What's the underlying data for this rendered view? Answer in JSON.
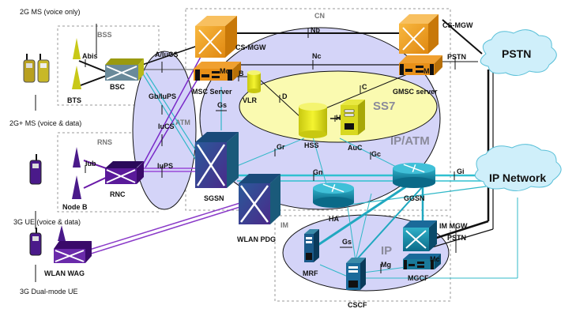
{
  "diagram": {
    "title": "3GPP mobile network architecture",
    "terminals": {
      "ms_2g": "2G MS (voice only)",
      "ms_2g_plus": "2G+ MS (voice & data)",
      "ue_3g": "3G UE (voice & data)",
      "ue_dual": "3G Dual-mode UE"
    },
    "domains": {
      "bss": "BSS",
      "rns": "RNS",
      "cn": "CN",
      "im": "IM",
      "atm": "ATM",
      "ss7": "SS7",
      "ip_atm": "IP/ATM",
      "ip": "IP"
    },
    "nodes": {
      "bts": "BTS",
      "bsc": "BSC",
      "node_b": "Node B",
      "rnc": "RNC",
      "wlan_wag": "WLAN WAG",
      "cs_mgw_left": "CS-MGW",
      "msc_server": "MSC Server",
      "vlr": "VLR",
      "hss": "HSS",
      "auc": "AuC",
      "cs_mgw_right": "CS-MGW",
      "gmsc_server": "GMSC server",
      "sgsn": "SGSN",
      "wlan_pdg": "WLAN PDG",
      "ha": "HA",
      "ggsn": "GGSN",
      "mrf": "MRF",
      "cscf": "CSCF",
      "im_mgw": "IM MGW",
      "mgcf": "MGCF",
      "pstn": "PSTN",
      "ip_network": "IP Network"
    },
    "interfaces": {
      "abis": "Abis",
      "a_iucs": "A/IuCS",
      "gb_iups": "Gb/IuPS",
      "iucs": "IuCS",
      "iub": "Iub",
      "iups": "IuPS",
      "nb": "Nb",
      "nc": "Nc",
      "mc_1": "Mc",
      "mc_2": "Mc",
      "mc_3": "Mc",
      "b": "B",
      "c": "C",
      "d": "D",
      "h": "H",
      "gs_1": "Gs",
      "gs_2": "Gs",
      "gr": "Gr",
      "gc": "Gc",
      "gn": "Gn",
      "gi": "Gi",
      "mg": "Mg",
      "pstn_1": "PSTN",
      "pstn_2": "PSTN"
    },
    "colors": {
      "orange": "#f0a020",
      "olive": "#a8a81a",
      "purple": "#5a1a8a",
      "teal": "#1a8aa0",
      "navy": "#2a4a80",
      "yellow": "#e6e61a",
      "lavender": "#d4d4f8",
      "ss7_yellow": "#fafab0",
      "cloud": "#cfeffa"
    }
  }
}
